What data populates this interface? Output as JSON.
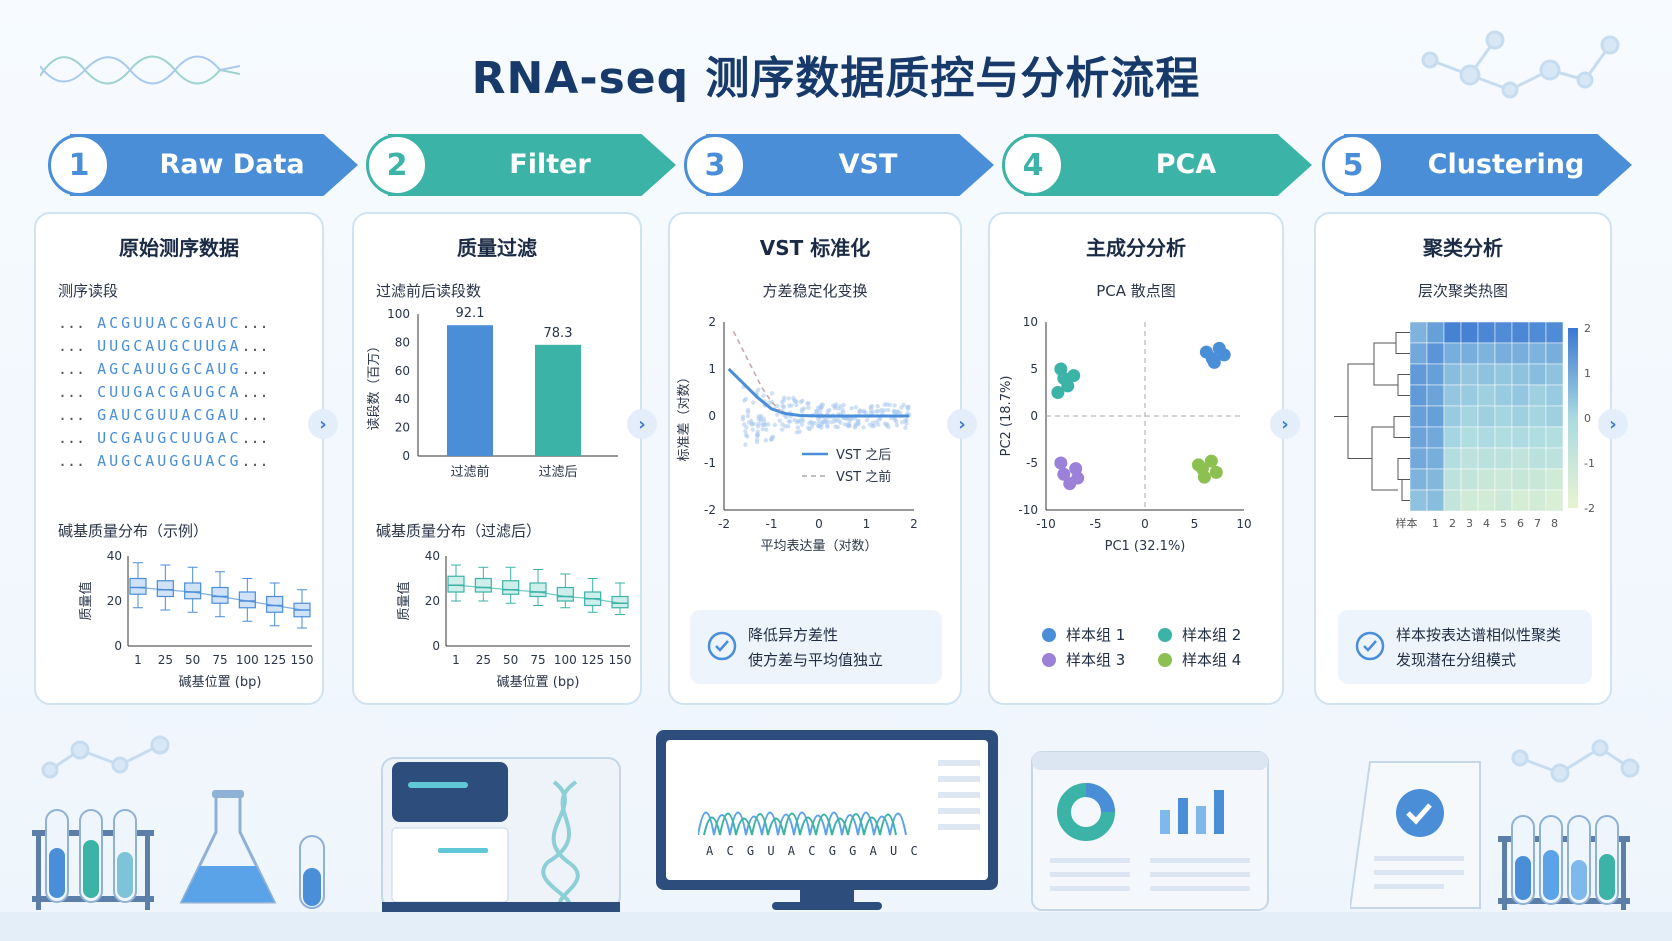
{
  "title": "RNA-seq 测序数据质控与分析流程",
  "colors": {
    "blue": "#4a8ed8",
    "teal": "#3bb3a6",
    "purple": "#9b82d8",
    "green": "#8cc152",
    "navy": "#173a6b"
  },
  "steps": [
    {
      "num": "1",
      "label": "Raw Data",
      "color": "#4a8ed8"
    },
    {
      "num": "2",
      "label": "Filter",
      "color": "#3bb3a6"
    },
    {
      "num": "3",
      "label": "VST",
      "color": "#4a8ed8"
    },
    {
      "num": "4",
      "label": "PCA",
      "color": "#3bb3a6"
    },
    {
      "num": "5",
      "label": "Clustering",
      "color": "#4a8ed8"
    }
  ],
  "raw": {
    "title": "原始测序数据",
    "reads_label": "测序读段",
    "reads": [
      {
        "pre": "...",
        "bases": "ACGUUACGGAUC",
        "post": "..."
      },
      {
        "pre": "...",
        "bases": "UUGCAUGCUUGA",
        "post": "..."
      },
      {
        "pre": "...",
        "bases": "AGCAUUGGCAUG",
        "post": "..."
      },
      {
        "pre": "...",
        "bases": "CUUGACGAUGCA",
        "post": "..."
      },
      {
        "pre": "...",
        "bases": "GAUCGUUACGAU",
        "post": "..."
      },
      {
        "pre": "...",
        "bases": "UCGAUGCUUGAC",
        "post": "..."
      },
      {
        "pre": "...",
        "bases": "AUGCAUGGUACG",
        "post": "..."
      }
    ],
    "quality_title": "碱基质量分布（示例）"
  },
  "filter": {
    "title": "质量过滤",
    "bar_title": "过滤前后读段数",
    "quality_title": "碱基质量分布（过滤后）"
  },
  "vst": {
    "title": "VST 标准化",
    "chart_title": "方差稳定化变换",
    "note": [
      "降低异方差性",
      "使方差与平均值独立"
    ]
  },
  "pca": {
    "title": "主成分分析",
    "chart_title": "PCA 散点图",
    "legend": [
      {
        "label": "样本组 1",
        "color": "#4a8ed8"
      },
      {
        "label": "样本组 2",
        "color": "#3bb3a6"
      },
      {
        "label": "样本组 3",
        "color": "#9b82d8"
      },
      {
        "label": "样本组 4",
        "color": "#8cc152"
      }
    ]
  },
  "cluster": {
    "title": "聚类分析",
    "chart_title": "层次聚类热图",
    "note": [
      "样本按表达谱相似性聚类",
      "发现潜在分组模式"
    ]
  },
  "chart_data": [
    {
      "id": "raw_quality",
      "type": "box",
      "x": [
        1,
        25,
        50,
        75,
        100,
        125,
        150
      ],
      "box": [
        {
          "min": 17,
          "q1": 23,
          "median": 26,
          "q3": 30,
          "max": 37
        },
        {
          "min": 16,
          "q1": 22,
          "median": 25,
          "q3": 29,
          "max": 36
        },
        {
          "min": 15,
          "q1": 21,
          "median": 24,
          "q3": 28,
          "max": 35
        },
        {
          "min": 13,
          "q1": 19,
          "median": 22,
          "q3": 26,
          "max": 33
        },
        {
          "min": 11,
          "q1": 17,
          "median": 20,
          "q3": 24,
          "max": 30
        },
        {
          "min": 9,
          "q1": 15,
          "median": 18,
          "q3": 22,
          "max": 28
        },
        {
          "min": 8,
          "q1": 13,
          "median": 16,
          "q3": 19,
          "max": 25
        }
      ],
      "xlabel": "碱基位置 (bp)",
      "ylabel": "质量值",
      "yticks": [
        0,
        20,
        40
      ],
      "ylim": [
        0,
        40
      ]
    },
    {
      "id": "filter_bar",
      "type": "bar",
      "categories": [
        "过滤前",
        "过滤后"
      ],
      "values": [
        92.1,
        78.3
      ],
      "value_labels": [
        "92.1",
        "78.3"
      ],
      "ylabel": "读段数（百万）",
      "yticks": [
        0,
        20,
        40,
        60,
        80,
        100
      ],
      "ylim": [
        0,
        100
      ]
    },
    {
      "id": "filter_quality",
      "type": "box",
      "x": [
        1,
        25,
        50,
        75,
        100,
        125,
        150
      ],
      "box": [
        {
          "min": 20,
          "q1": 24,
          "median": 27,
          "q3": 31,
          "max": 36
        },
        {
          "min": 20,
          "q1": 24,
          "median": 26,
          "q3": 30,
          "max": 35
        },
        {
          "min": 19,
          "q1": 23,
          "median": 25,
          "q3": 29,
          "max": 35
        },
        {
          "min": 18,
          "q1": 22,
          "median": 24,
          "q3": 28,
          "max": 34
        },
        {
          "min": 17,
          "q1": 20,
          "median": 22,
          "q3": 26,
          "max": 32
        },
        {
          "min": 15,
          "q1": 18,
          "median": 21,
          "q3": 24,
          "max": 30
        },
        {
          "min": 14,
          "q1": 17,
          "median": 19,
          "q3": 22,
          "max": 28
        }
      ],
      "xlabel": "碱基位置 (bp)",
      "ylabel": "质量值",
      "yticks": [
        0,
        20,
        40
      ],
      "ylim": [
        0,
        40
      ]
    },
    {
      "id": "vst_line",
      "type": "line",
      "xlim": [
        -2,
        2
      ],
      "ylim": [
        -2,
        2
      ],
      "xticks": [
        -2,
        -1,
        0,
        1,
        2
      ],
      "yticks": [
        -2,
        -1,
        0,
        1,
        2
      ],
      "xlabel": "平均表达量（对数）",
      "ylabel": "标准差（对数）",
      "series": [
        {
          "name": "VST 之后",
          "style": "solid",
          "x": [
            -1.9,
            -1.6,
            -1.3,
            -1.0,
            -0.7,
            -0.4,
            0.0,
            0.5,
            1.0,
            1.5,
            1.9
          ],
          "y": [
            1.0,
            0.7,
            0.4,
            0.15,
            0.05,
            0.01,
            0.0,
            0.0,
            0.0,
            0.0,
            0.0
          ]
        },
        {
          "name": "VST 之前",
          "style": "dashed",
          "x": [
            -1.8,
            -1.6,
            -1.4,
            -1.2,
            -1.0,
            -0.8
          ],
          "y": [
            1.8,
            1.4,
            1.0,
            0.6,
            0.3,
            0.1
          ]
        }
      ]
    },
    {
      "id": "pca_scatter",
      "type": "scatter",
      "xlim": [
        -10,
        10
      ],
      "ylim": [
        -10,
        10
      ],
      "xticks": [
        -10,
        -5,
        0,
        5,
        10
      ],
      "yticks": [
        -10,
        -5,
        0,
        5,
        10
      ],
      "xlabel": "PC1 (32.1%)",
      "ylabel": "PC2 (18.7%)",
      "series": [
        {
          "name": "样本组 1",
          "color": "#4a8ed8",
          "points": [
            [
              6.2,
              6.8
            ],
            [
              7.5,
              7.2
            ],
            [
              6.8,
              6.1
            ],
            [
              8.0,
              6.5
            ],
            [
              7.0,
              5.7
            ]
          ]
        },
        {
          "name": "样本组 2",
          "color": "#3bb3a6",
          "points": [
            [
              -8.5,
              5.0
            ],
            [
              -7.2,
              4.3
            ],
            [
              -8.8,
              2.5
            ],
            [
              -7.8,
              3.2
            ],
            [
              -8.2,
              4.0
            ]
          ]
        },
        {
          "name": "样本组 3",
          "color": "#9b82d8",
          "points": [
            [
              -8.2,
              -6.2
            ],
            [
              -7.0,
              -5.6
            ],
            [
              -7.6,
              -7.2
            ],
            [
              -8.5,
              -5.0
            ],
            [
              -6.8,
              -6.6
            ]
          ]
        },
        {
          "name": "样本组 4",
          "color": "#8cc152",
          "points": [
            [
              5.4,
              -5.2
            ],
            [
              6.7,
              -4.8
            ],
            [
              7.2,
              -6.0
            ],
            [
              6.0,
              -6.5
            ],
            [
              5.8,
              -5.6
            ]
          ]
        }
      ]
    },
    {
      "id": "cluster_heatmap",
      "type": "heatmap",
      "col_labels": [
        "样本",
        "1",
        "2",
        "3",
        "4",
        "5",
        "6",
        "7",
        "8"
      ],
      "colorbar_ticks": [
        "2",
        "1",
        "0",
        "-1",
        "-2"
      ],
      "matrix": [
        [
          0.8,
          1.2,
          1.8,
          1.8,
          1.7,
          1.6,
          1.7,
          1.6,
          1.6
        ],
        [
          1.0,
          1.4,
          0.9,
          0.9,
          0.8,
          0.9,
          0.9,
          0.8,
          0.9
        ],
        [
          1.3,
          1.2,
          0.6,
          0.4,
          0.5,
          0.4,
          0.5,
          0.6,
          0.5
        ],
        [
          1.3,
          1.1,
          0.4,
          0.3,
          0.2,
          0.3,
          0.4,
          0.2,
          0.3
        ],
        [
          1.2,
          1.2,
          0.3,
          0.1,
          0.2,
          0.1,
          0.2,
          0.1,
          0.2
        ],
        [
          1.1,
          1.0,
          0.1,
          -0.2,
          -0.1,
          -0.2,
          -0.1,
          -0.2,
          -0.3
        ],
        [
          1.0,
          0.9,
          -0.3,
          -0.6,
          -0.5,
          -0.6,
          -0.7,
          -0.5,
          -0.6
        ],
        [
          0.8,
          0.7,
          -0.6,
          -0.8,
          -1.0,
          -1.1,
          -0.9,
          -1.0,
          -1.2
        ],
        [
          0.5,
          0.6,
          -0.8,
          -1.2,
          -1.3,
          -1.1,
          -1.4,
          -1.3,
          -1.5
        ]
      ]
    }
  ],
  "bottom": {
    "sequence": "A C G U A C G G A U C"
  }
}
